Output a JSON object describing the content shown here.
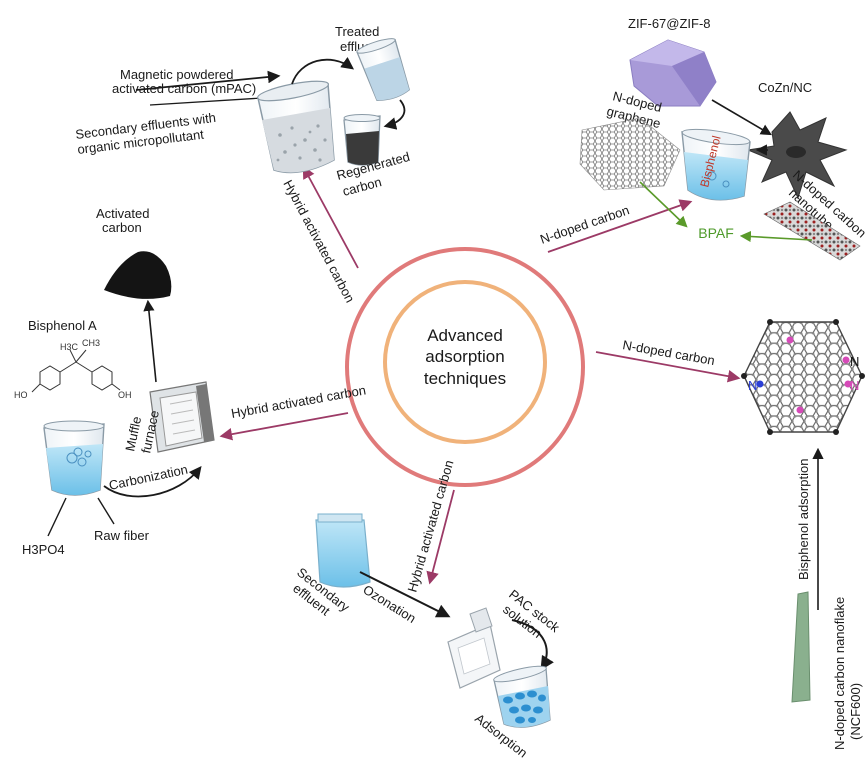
{
  "center": {
    "line1": "Advanced",
    "line2": "adsorption",
    "line3": "techniques"
  },
  "branches": {
    "top": "Hybrid activated carbon",
    "top_right": "N-doped carbon",
    "right": "N-doped carbon",
    "left": "Hybrid activated carbon",
    "bottom": "Hybrid activated carbon"
  },
  "top_panel": {
    "mpac_line1": "Magnetic powdered",
    "mpac_line2": "activated carbon (mPAC)",
    "secondary_line1": "Secondary effluents with",
    "secondary_line2": "organic micropollutant",
    "treated_line1": "Treated",
    "treated_line2": "effluent",
    "regen_line1": "Regenerated",
    "regen_line2": "carbon"
  },
  "top_right_panel": {
    "zif": "ZIF-67@ZIF-8",
    "cozn": "CoZn/NC",
    "graphene_line1": "N-doped",
    "graphene_line2": "graphene",
    "nanotube_line1": "N-doped carbon",
    "nanotube_line2": "nanotube",
    "bisphenol": "Bisphenol",
    "bpaf": "BPAF"
  },
  "left_panel": {
    "activated_line1": "Activated",
    "activated_line2": "carbon",
    "bisphenol_a": "Bisphenol A",
    "ch3_left": "H3C",
    "ch3_right": "CH3",
    "ho": "HO",
    "oh": "OH",
    "muffle_line1": "Muffle",
    "muffle_line2": "furnace",
    "carbonization": "Carbonization",
    "h3po4": "H3PO4",
    "raw_fiber": "Raw fiber"
  },
  "right_panel": {
    "n_atom": "N",
    "bisphenol_adsorption": "Bisphenol adsorption",
    "nanoflake_line1": "N-doped carbon nanoflake",
    "nanoflake_line2": "(NCF600)"
  },
  "bottom_panel": {
    "secondary_line1": "Secondary",
    "secondary_line2": "effluent",
    "ozonation": "Ozonation",
    "pac_line1": "PAC stock",
    "pac_line2": "solution",
    "adsorption": "Adsorption"
  },
  "colors": {
    "outer_ring": "#e07a7a",
    "inner_ring": "#f0b27a",
    "branch_arrow": "#9c3a66",
    "green_arrow": "#5a9a2a",
    "bpaf_text": "#4e9a2a",
    "beaker_liquid": "#8fd0ee",
    "carbon_black": "#141414",
    "zif_purple": "#a89ad8"
  }
}
